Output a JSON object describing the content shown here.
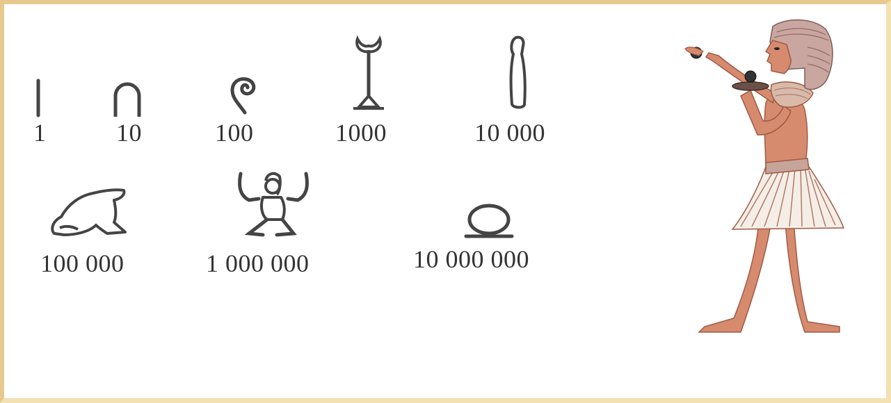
{
  "numerals": [
    {
      "glyph_name": "stroke-icon",
      "value": "1"
    },
    {
      "glyph_name": "heel-bone-icon",
      "value": "10"
    },
    {
      "glyph_name": "coil-of-rope-icon",
      "value": "100"
    },
    {
      "glyph_name": "lotus-flower-icon",
      "value": "1000"
    },
    {
      "glyph_name": "finger-icon",
      "value": "10 000"
    },
    {
      "glyph_name": "tadpole-frog-icon",
      "value": "100 000"
    },
    {
      "glyph_name": "heh-god-icon",
      "value": "1 000 000"
    },
    {
      "glyph_name": "shen-ring-icon",
      "value": "10 000 000"
    }
  ],
  "illustration": {
    "name": "egyptian-pharaoh-illustration"
  },
  "colors": {
    "ink": "#444444",
    "frame_top": "#e7c98d",
    "frame_bottom": "#f3e0b3",
    "skin": "#d68a6e",
    "headdress": "#c9a7a0"
  }
}
